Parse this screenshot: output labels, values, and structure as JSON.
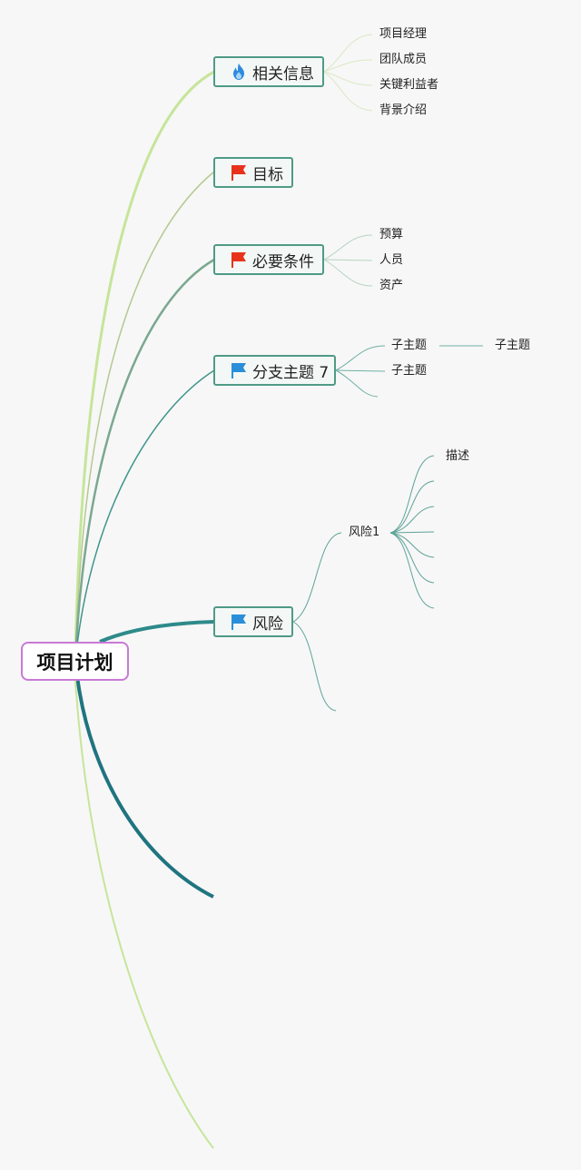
{
  "root": {
    "label": "项目计划"
  },
  "branches": [
    {
      "label": "相关信息",
      "icon": "fire-icon",
      "leaves": [
        "项目经理",
        "团队成员",
        "关键利益者",
        "背景介绍"
      ]
    },
    {
      "label": "目标",
      "icon": "red-flag-icon",
      "leaves": []
    },
    {
      "label": "必要条件",
      "icon": "red-flag-icon",
      "leaves": [
        "预算",
        "人员",
        "资产"
      ]
    },
    {
      "label": "分支主题 7",
      "icon": "blue-flag-icon",
      "leaves": [
        "子主题",
        "子主题"
      ],
      "sub_leaf": "子主题"
    },
    {
      "label": "风险",
      "icon": "blue-flag-icon",
      "child": "风险1",
      "grandchild": "描述"
    }
  ],
  "colors": {
    "branch_border": "#4f9a86",
    "root_border": "#c97ad6",
    "flag_red": "#e8331c",
    "flag_blue": "#2a8fd8",
    "fire_blue": "#2f8be0",
    "edge_light_green": "#c6e59a",
    "edge_olive": "#b4c990",
    "edge_teal_light": "#7aa890",
    "edge_teal": "#3f958c",
    "edge_teal_dark": "#1f7480"
  }
}
